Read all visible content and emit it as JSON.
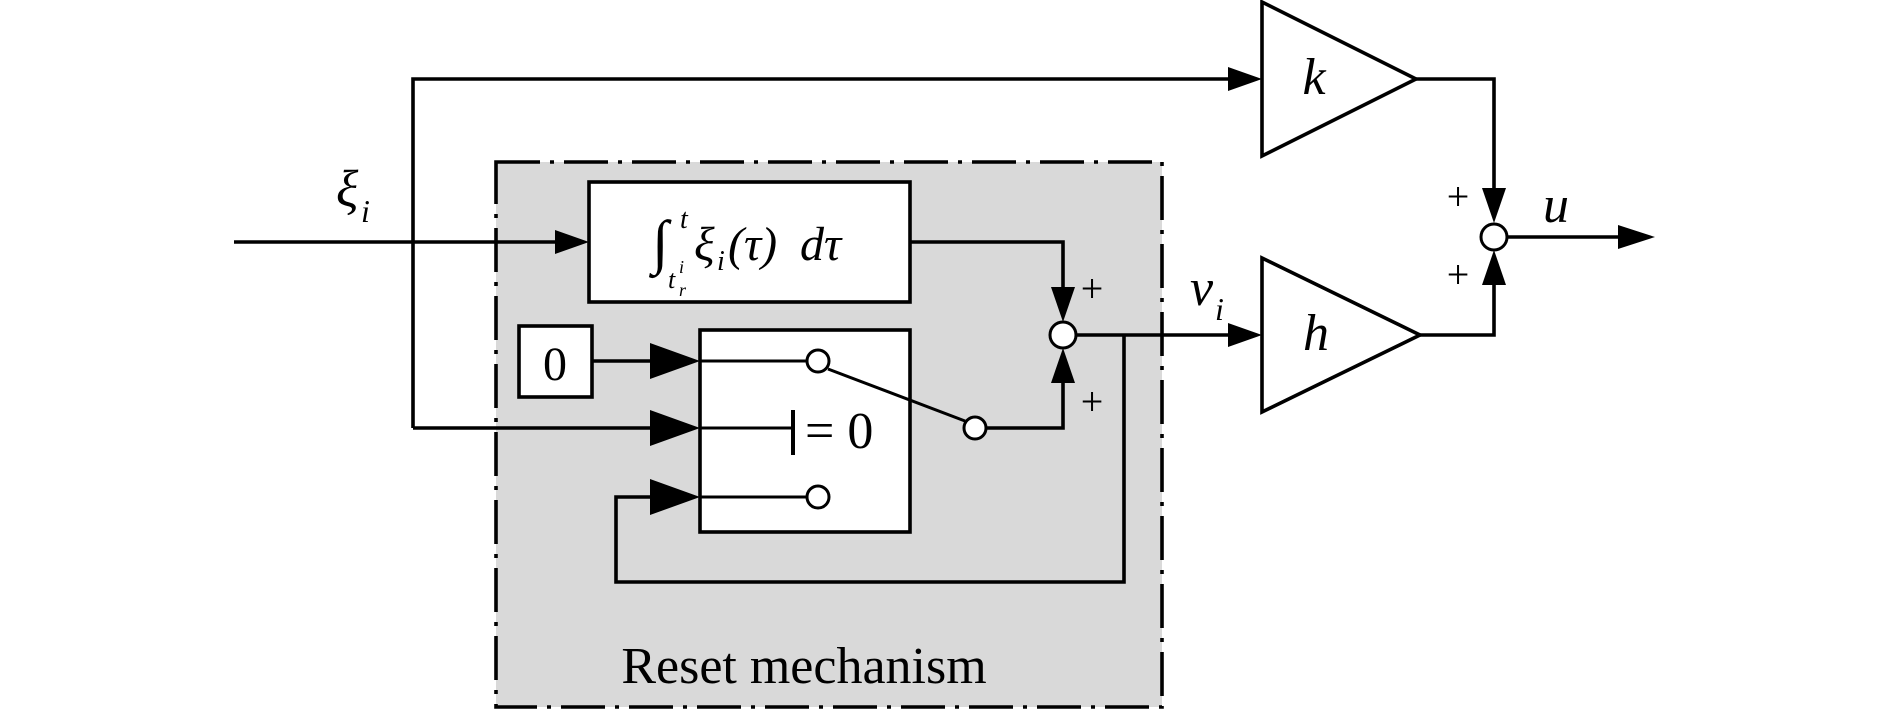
{
  "signals": {
    "input_base": "ξ",
    "input_sub": "i",
    "intermediate_base": "v",
    "intermediate_sub": "i",
    "output": "u"
  },
  "integrator": {
    "int_sign": "∫",
    "upper_limit": "t",
    "lower_limit_base": "t",
    "lower_limit_sup": "i",
    "lower_limit_sub": "r",
    "integrand_base": "ξ",
    "integrand_sub": "i",
    "integrand_arg": "(τ)",
    "differential": "dτ"
  },
  "constant_block": {
    "value": "0"
  },
  "switch_block": {
    "condition": "= 0"
  },
  "gains": {
    "k": "k",
    "h": "h"
  },
  "summing_signs": {
    "inner_top": "+",
    "inner_bottom": "+",
    "outer_top": "+",
    "outer_bottom": "+"
  },
  "reset_region": {
    "label": "Reset mechanism",
    "fill_color": "#d9d9d9"
  }
}
